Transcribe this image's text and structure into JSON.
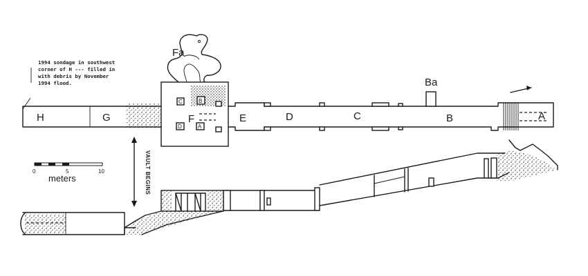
{
  "plan": {
    "corridors": {
      "A": "A",
      "B": "B",
      "C": "C",
      "D": "D",
      "E": "E",
      "F": "F",
      "G": "G",
      "H": "H"
    },
    "annex_fa": "Fa",
    "annex_ba": "Ba",
    "pillars": {
      "a": "A",
      "b": "B",
      "c": "C",
      "d": "D"
    }
  },
  "sondage_note": [
    "1994 sondage in southwest",
    "corner of H --- filled in",
    "with debris by November",
    "1994 flood."
  ],
  "vault_label": "VAULT BEGINS",
  "scale_bar": {
    "ticks": [
      "0",
      "5",
      "10"
    ],
    "unit": "meters"
  }
}
